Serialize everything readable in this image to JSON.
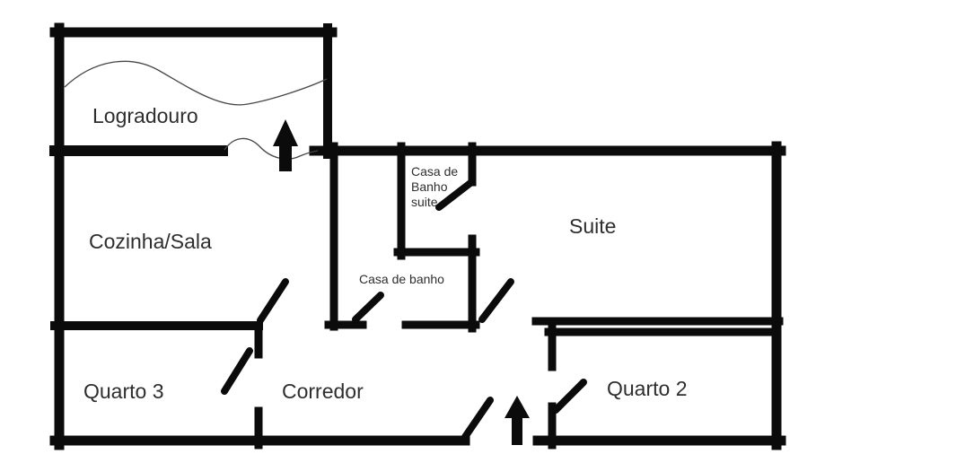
{
  "colors": {
    "background": "#ffffff",
    "walls": "#0b0b0b",
    "text": "#2e2e2e"
  },
  "rooms": {
    "logradouro": {
      "label": "Logradouro"
    },
    "cozinha_sala": {
      "label": "Cozinha/Sala"
    },
    "suite": {
      "label": "Suite"
    },
    "casa_de_banho_suite": {
      "label_lines": [
        "Casa de",
        "Banho",
        "suite"
      ]
    },
    "casa_de_banho": {
      "label": "Casa de banho"
    },
    "quarto_3": {
      "label": "Quarto 3"
    },
    "corredor": {
      "label": "Corredor"
    },
    "quarto_2": {
      "label": "Quarto 2"
    }
  },
  "icons": {
    "logradouro_entrance": "arrow-up",
    "main_entrance": "arrow-up"
  }
}
